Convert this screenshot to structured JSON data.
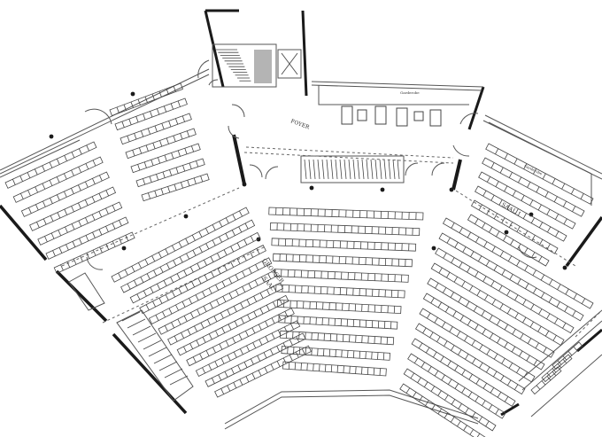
{
  "labels": {
    "foyer": "FOYER",
    "grosser": "GROSSER",
    "saal": "SAAL",
    "saal_1": "SAAL 1",
    "garderobe_top": "Garderobe",
    "garderobe_right": "Garderobe"
  },
  "colors": {
    "wall": "#1a1a1a",
    "line": "#555555",
    "seat": "#444444",
    "dash": "#666666"
  }
}
